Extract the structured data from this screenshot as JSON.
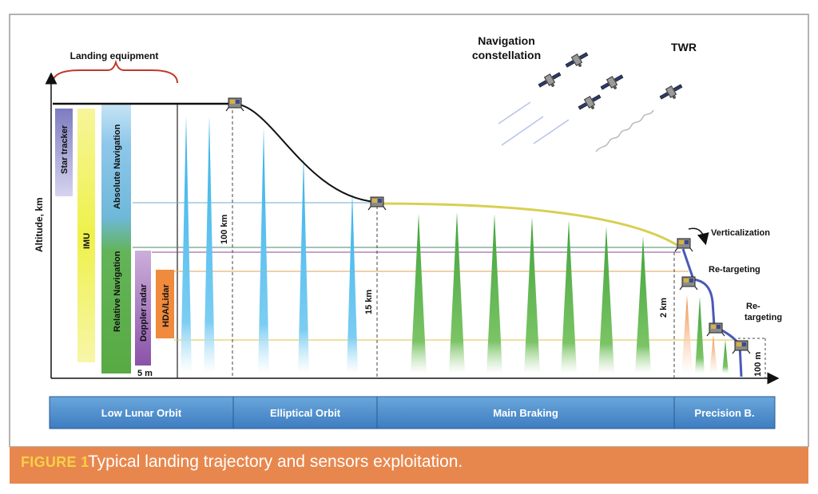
{
  "landing_equipment_label": "Landing equipment",
  "y_axis_label": "Altitude, km",
  "sensors": {
    "star_tracker": "Star tracker",
    "imu": "IMU",
    "absolute_navigation": "Absolute Navigation",
    "relative_navigation": "Relative Navigation",
    "doppler_radar": "Doppler radar",
    "hda_lidar": "HDA/Lidar",
    "five_m": "5 m"
  },
  "altitudes": {
    "a100": "100 km",
    "a15": "15 km",
    "a2": "2 km",
    "a100m": "100 m"
  },
  "annotations": {
    "nav_constellation_line1": "Navigation",
    "nav_constellation_line2": "constellation",
    "twr": "TWR",
    "verticalization": "Verticalization",
    "retargeting1": "Re-targeting",
    "retargeting2_line1": "Re-",
    "retargeting2_line2": "targeting"
  },
  "phases": [
    "Low Lunar Orbit",
    "Elliptical Orbit",
    "Main Braking",
    "Precision B."
  ],
  "colors": {
    "orbit_blue": "#35b2ea",
    "braking_green": "#3fa33a",
    "trajectory_black": "#111111",
    "trajectory_yellow": "#d8cf52",
    "trajectory_precision": "#4a5ab8",
    "phase_bar": "#4a8ccb",
    "caption_bg": "#e8874d",
    "caption_label": "#f7d046"
  },
  "caption": {
    "label": "FIGURE 1",
    "text": "Typical landing trajectory and sensors exploitation."
  }
}
